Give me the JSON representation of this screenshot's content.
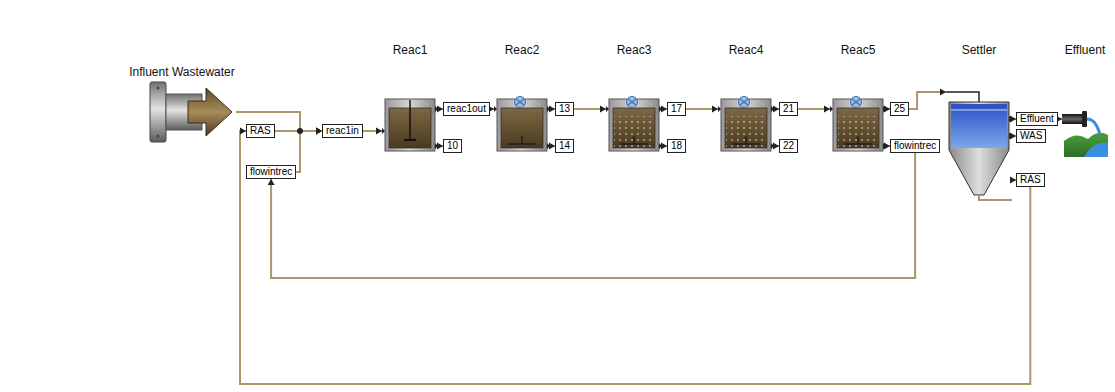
{
  "diagram": {
    "nodes": [
      {
        "text": [
          "Influent Wastewater"
        ]
      },
      {
        "text": [
          "RAS"
        ]
      },
      {
        "text": [
          "flowintrec"
        ]
      },
      {
        "text": [
          "reac1in"
        ]
      },
      {
        "text": [
          "Reac1"
        ]
      },
      {
        "text": [
          "reac1out"
        ]
      },
      {
        "text": [
          "10"
        ]
      },
      {
        "text": [
          "Reac2"
        ]
      },
      {
        "text": [
          "13"
        ]
      },
      {
        "text": [
          "14"
        ]
      },
      {
        "text": [
          "Reac3"
        ]
      },
      {
        "text": [
          "17"
        ]
      },
      {
        "text": [
          "18"
        ]
      },
      {
        "text": [
          "Reac4"
        ]
      },
      {
        "text": [
          "21"
        ]
      },
      {
        "text": [
          "22"
        ]
      },
      {
        "text": [
          "Reac5"
        ]
      },
      {
        "text": [
          "25"
        ]
      },
      {
        "text": [
          "flowintrec"
        ]
      },
      {
        "text": [
          "Settler"
        ]
      },
      {
        "text": [
          "Effluent"
        ]
      },
      {
        "text": [
          "WAS"
        ]
      },
      {
        "text": [
          "RAS"
        ]
      },
      {
        "text": [
          "Effluent"
        ]
      }
    ],
    "edges": [
      {
        "from": 0,
        "to": 3,
        "arrow": "to"
      },
      {
        "from": 1,
        "to": 3,
        "arrow": "to"
      },
      {
        "from": 2,
        "to": 3,
        "arrow": "to"
      },
      {
        "from": 3,
        "to": 4,
        "arrow": "to"
      },
      {
        "from": 4,
        "to": 5,
        "arrow": "to"
      },
      {
        "from": 5,
        "to": 7,
        "arrow": "to"
      },
      {
        "from": 4,
        "to": 6,
        "arrow": "to"
      },
      {
        "from": 7,
        "to": 8,
        "arrow": "to"
      },
      {
        "from": 8,
        "to": 10,
        "arrow": "to"
      },
      {
        "from": 7,
        "to": 9,
        "arrow": "to"
      },
      {
        "from": 10,
        "to": 11,
        "arrow": "to"
      },
      {
        "from": 11,
        "to": 13,
        "arrow": "to"
      },
      {
        "from": 10,
        "to": 12,
        "arrow": "to"
      },
      {
        "from": 13,
        "to": 14,
        "arrow": "to"
      },
      {
        "from": 14,
        "to": 16,
        "arrow": "to"
      },
      {
        "from": 13,
        "to": 15,
        "arrow": "to"
      },
      {
        "from": 16,
        "to": 17,
        "arrow": "to"
      },
      {
        "from": 17,
        "to": 19,
        "arrow": "to"
      },
      {
        "from": 16,
        "to": 18,
        "arrow": "to"
      },
      {
        "from": 18,
        "to": 2,
        "arrow": "to"
      },
      {
        "from": 19,
        "to": 20,
        "arrow": "to"
      },
      {
        "from": 20,
        "to": 23,
        "arrow": "to"
      },
      {
        "from": 19,
        "to": 21,
        "arrow": "to"
      },
      {
        "from": 19,
        "to": 22,
        "arrow": "to"
      },
      {
        "from": 22,
        "to": 1,
        "arrow": "to"
      }
    ]
  }
}
